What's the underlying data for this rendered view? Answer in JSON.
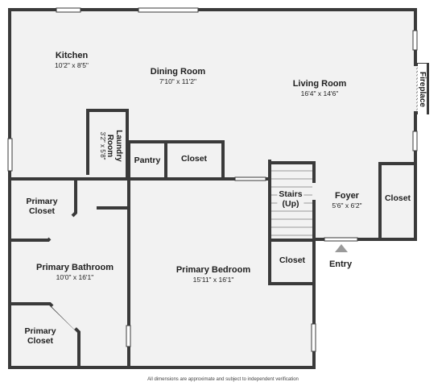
{
  "rooms": {
    "kitchen": {
      "name": "Kitchen",
      "dims": "10'2\" x 8'5\""
    },
    "dining": {
      "name": "Dining Room",
      "dims": "7'10\" x 11'2\""
    },
    "living": {
      "name": "Living Room",
      "dims": "16'4\" x 14'6\""
    },
    "fireplace": {
      "name": "Fireplace"
    },
    "laundry": {
      "name": "Laundry Room",
      "name_line1": "Laundry",
      "name_line2": "Room",
      "dims": "3'2\" x 5'8\""
    },
    "pantry": {
      "name": "Pantry"
    },
    "closet_upper": {
      "name": "Closet"
    },
    "primary_closet_top": {
      "name": "Primary Closet",
      "line1": "Primary",
      "line2": "Closet"
    },
    "primary_bath": {
      "name": "Primary Bathroom",
      "dims": "10'0\" x 16'1\""
    },
    "primary_closet_bottom": {
      "name": "Primary Closet",
      "line1": "Primary",
      "line2": "Closet"
    },
    "primary_bedroom": {
      "name": "Primary Bedroom",
      "dims": "15'11\" x 16'1\""
    },
    "stairs": {
      "line1": "Stairs",
      "line2": "(Up)"
    },
    "foyer": {
      "name": "Foyer",
      "dims": "5'6\" x 6'2\""
    },
    "closet_foyer": {
      "name": "Closet"
    },
    "closet_middle": {
      "name": "Closet"
    }
  },
  "entry": {
    "label": "Entry"
  },
  "footer": "All dimensions are approximate and subject to independent verification",
  "colors": {
    "wall": "#3a3a3a",
    "floor": "#f2f2f2",
    "window": "#ffffff",
    "entry_arrow": "#9a9a9a"
  }
}
